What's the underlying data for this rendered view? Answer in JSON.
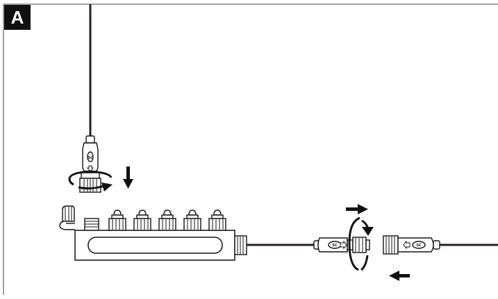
{
  "figure": {
    "panel_label": "A",
    "connector_marks": {
      "top_plug": "SC",
      "left_coupling": "SC",
      "right_coupling": "SC"
    },
    "colors": {
      "line": "#111111",
      "cable": "#2a1e22",
      "background": "#ffffff"
    },
    "icons": [
      "rotate-clockwise-icon",
      "push-down-arrow-icon",
      "rotate-vertical-icon",
      "push-right-arrow-icon",
      "push-left-arrow-icon"
    ]
  }
}
